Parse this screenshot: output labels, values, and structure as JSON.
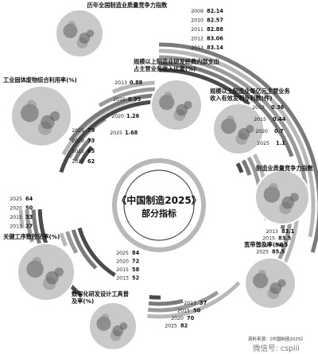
{
  "page": {
    "center_title": "《中国制造2025》",
    "center_subtitle": "部分指标",
    "source": "资料来源：《中国制造2025》",
    "watermark": "微信号: cspiii"
  },
  "colors": {
    "ring_dark": "#4a4a4a",
    "ring_mid": "#7a7a7a",
    "ring_light": "#9a9a9a",
    "ring_pale": "#b8b8b8",
    "photo": "#c9c9c9"
  },
  "chart_data": [
    {
      "type": "radial-bar",
      "title": "历年全国制造业质量竞争力指数",
      "categories": [
        "2009",
        "2010",
        "2011",
        "2012",
        "2013"
      ],
      "values": [
        82.14,
        82.57,
        82.88,
        83.06,
        83.14
      ]
    },
    {
      "type": "radial-bar",
      "title": "规模以上制造业研发经费内部支出占主营业务收入比重(%)",
      "categories": [
        "2013",
        "2015",
        "2020",
        "2025"
      ],
      "values": [
        0.88,
        0.95,
        1.26,
        1.68
      ]
    },
    {
      "type": "radial-bar",
      "title": "规模以上制造业每亿元主营业务收入有效发明专利数(件)",
      "categories": [
        "2013",
        "2015",
        "2020",
        "2025"
      ],
      "values": [
        0.36,
        0.44,
        0.7,
        1.1
      ]
    },
    {
      "type": "radial-bar",
      "title": "工业固体废物综合利用率(%)",
      "categories": [
        "2025",
        "2020",
        "2015",
        "2013"
      ],
      "values": [
        79,
        73,
        65,
        62
      ]
    },
    {
      "type": "radial-bar",
      "title": "制造业质量竞争力指数",
      "categories": [
        "2013",
        "2015",
        "2020",
        "2025"
      ],
      "values": [
        83.1,
        83.5,
        84.5,
        85.5
      ]
    },
    {
      "type": "radial-bar",
      "title": "关键工序数控化率(%)",
      "categories": [
        "2025",
        "2020",
        "2015",
        "2013"
      ],
      "values": [
        64,
        50,
        33,
        27
      ]
    },
    {
      "type": "radial-bar",
      "title": "数字化研发设计工具普及率(%)",
      "categories": [
        "2025",
        "2020",
        "2015",
        "2013"
      ],
      "values": [
        84,
        72,
        58,
        52
      ]
    },
    {
      "type": "radial-bar",
      "title": "宽带普及率(%)",
      "categories": [
        "2013",
        "2015",
        "2020",
        "2025"
      ],
      "values": [
        37,
        50,
        70,
        82
      ]
    }
  ]
}
